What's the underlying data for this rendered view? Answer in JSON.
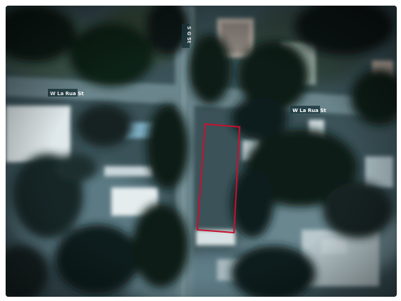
{
  "map": {
    "streets": [
      {
        "id": "street-horizontal-west",
        "label": "W La Rua St"
      },
      {
        "id": "street-horizontal-east",
        "label": "W La Rua St"
      },
      {
        "id": "street-vertical-north",
        "label": "S G St"
      }
    ],
    "highlighted_parcel": {
      "outline_color": "#c8102e"
    },
    "colors": {
      "tree_canopy": "#0f1c1c",
      "ground": "#4d6a73",
      "road": "#6f8b93",
      "roof_light": "#d6e3e6"
    }
  }
}
